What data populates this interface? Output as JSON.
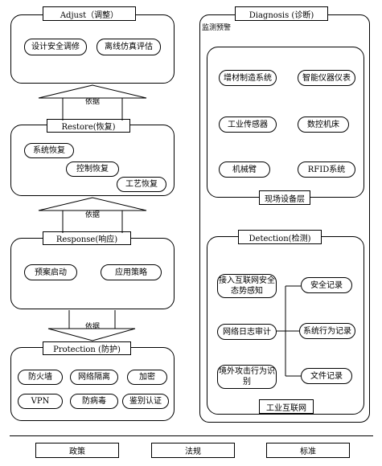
{
  "adjust": {
    "title": "Adjust（调整）",
    "items": [
      "设计安全调修",
      "离线仿真评估"
    ]
  },
  "restore": {
    "title": "Restore(恢复)",
    "items": [
      "系统恢复",
      "控制恢复",
      "工艺恢复"
    ]
  },
  "response": {
    "title": "Response(响应)",
    "items": [
      "预案启动",
      "应用策略"
    ]
  },
  "protection": {
    "title": "Protection (防护)",
    "items": [
      "防火墙",
      "网络隔离",
      "加密",
      "VPN",
      "防病毒",
      "鉴别认证"
    ]
  },
  "arrow_label": "依据",
  "diagnosis": {
    "title": "Diagnosis (诊断)",
    "subtitle": "监测预警",
    "field_devices": {
      "label": "现场设备层",
      "items": [
        "增材制造系统",
        "智能仪器仪表",
        "工业传感器",
        "数控机床",
        "机械臂",
        "RFID系统"
      ]
    },
    "detection": {
      "title": "Detection(检测)",
      "left_items": [
        "接入互联网安全态势感知",
        "网络日志审计",
        "境外攻击行为识别"
      ],
      "right_items": [
        "安全记录",
        "系统行为记录",
        "文件记录"
      ],
      "footer": "工业互联网"
    }
  },
  "footer": {
    "items": [
      "政策",
      "法规",
      "标准"
    ]
  }
}
